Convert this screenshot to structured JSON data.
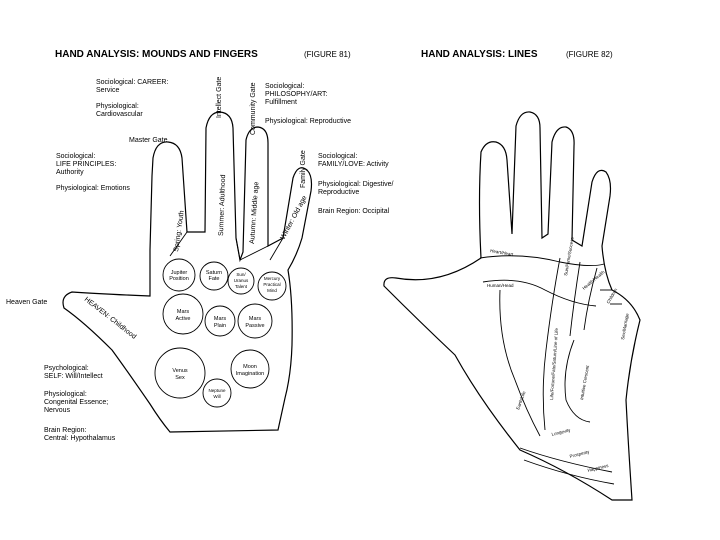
{
  "figure81": {
    "title": "HAND ANALYSIS: MOUNDS AND FINGERS",
    "figure_label": "(FIGURE 81)",
    "left_notes": {
      "career": [
        "Sociological: CAREER:",
        "Service",
        "Physiological:",
        "Cardiovascular"
      ],
      "life": [
        "Sociological:",
        "LIFE PRINCIPLES:",
        "Authority",
        "Physiological: Emotions"
      ],
      "self": [
        "Psychological:",
        "SELF: Will/Intellect",
        "Physiological:",
        "Congenital Essence;",
        "Nervous",
        "Brain Region:",
        "Central: Hypothalamus"
      ]
    },
    "right_notes": {
      "philosophy": [
        "Sociological:",
        "PHILOSOPHY/ART:",
        "Fulfillment",
        "Physiological: Reproductive"
      ],
      "family": [
        "Sociological:",
        "FAMILY/LOVE: Activity",
        "Physiological: Digestive/",
        "Reproductive",
        "Brain Region: Occipital"
      ]
    },
    "gates": {
      "master": "Master Gate",
      "intellect": "Intellect Gate",
      "community": "Community Gate",
      "family": "Family Gate",
      "heaven": "Heaven Gate"
    },
    "fingers": {
      "index": "Spring: Youth",
      "middle": "Summer: Adulthood",
      "ring": "Autumn: Middle age",
      "little": "Winter: Old age",
      "thumb": "HEAVEN: Childhood"
    },
    "mounds": {
      "jupiter": [
        "Jupiter",
        "Position"
      ],
      "saturn": [
        "Saturn",
        "Fate"
      ],
      "sun": [
        "Sun/",
        "Uranus",
        "Talent"
      ],
      "mercury": [
        "Mercury",
        "Practical",
        "Mind"
      ],
      "mars_active": [
        "Mars",
        "Active"
      ],
      "mars_plain": [
        "Mars",
        "Plain"
      ],
      "mars_passive": [
        "Mars",
        "Passive"
      ],
      "venus": [
        "Venus",
        "Sex"
      ],
      "moon": [
        "Moon",
        "Imagination"
      ],
      "neptune": [
        "Neptune",
        "Will"
      ]
    }
  },
  "figure82": {
    "title": "HAND ANALYSIS: LINES",
    "figure_label": "(FIGURE 82)",
    "lines": {
      "heart": "Heart/Heart",
      "human_head": "Human/Head",
      "sun_fame": "Sun/Fame/Success",
      "health": "Health/Health",
      "children": "Children",
      "sex_marriage": "Sex/Marriage",
      "fate": "Life/Fortune/Fate/Saturn/Line of Life",
      "intuitive": "Intuitive Crescent",
      "earth": "Earth/Life",
      "long": "Longevity",
      "prosp": "Prosperity",
      "happy": "Happiness"
    }
  }
}
